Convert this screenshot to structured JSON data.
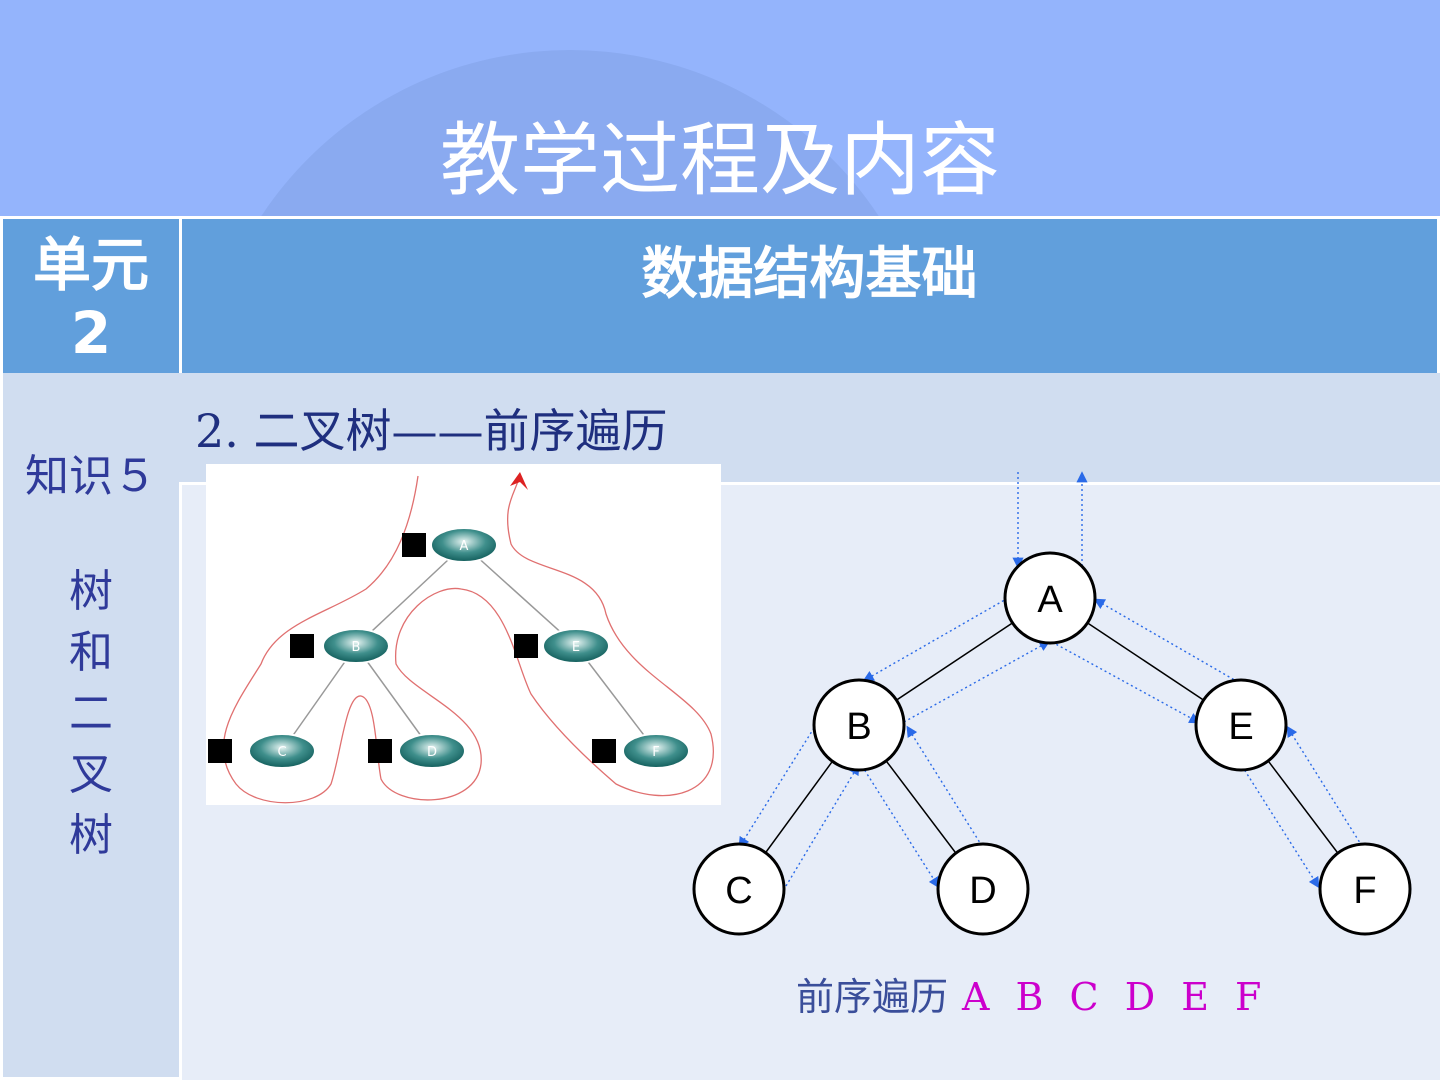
{
  "slide": {
    "title": "教学过程及内容",
    "unit_label": "单元",
    "unit_number": "2",
    "topic": "数据结构基础",
    "knowledge_label": "知识５",
    "knowledge_topic": [
      "树",
      "和",
      "二",
      "叉",
      "树"
    ],
    "subtitle": "2. 二叉树——前序遍历"
  },
  "left_figure": {
    "nodes": [
      "A",
      "B",
      "E",
      "C",
      "D",
      "F"
    ]
  },
  "right_diagram": {
    "nodes": [
      "A",
      "B",
      "E",
      "C",
      "D",
      "F"
    ],
    "edges": [
      [
        "A",
        "B"
      ],
      [
        "A",
        "E"
      ],
      [
        "B",
        "C"
      ],
      [
        "B",
        "D"
      ],
      [
        "E",
        "F"
      ]
    ]
  },
  "traversal": {
    "label": "前序遍历",
    "sequence": "A B C D E F"
  },
  "colors": {
    "header_bg": "#94b4fc",
    "table_header_bg": "#619fdc",
    "accent_sequence": "#cc00cc",
    "arrow_blue": "#2a6ae8"
  }
}
